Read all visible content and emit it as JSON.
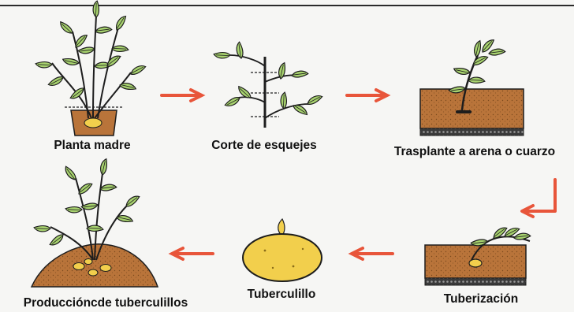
{
  "steps": [
    {
      "id": "planta-madre",
      "label": "Planta madre",
      "icon": "potted-potato-plant"
    },
    {
      "id": "corte-esquejes",
      "label": "Corte de esquejes",
      "icon": "stem-cuttings"
    },
    {
      "id": "trasplante",
      "label": "Trasplante a arena o cuarzo",
      "icon": "cutting-in-sand-tray"
    },
    {
      "id": "tuberizacion",
      "label": "Tuberización",
      "icon": "tuber-forming-in-sand-tray"
    },
    {
      "id": "tuberculillo",
      "label": "Tuberculillo",
      "icon": "minituber"
    },
    {
      "id": "produccion",
      "label": "Produccióncde tuberculillos",
      "icon": "plant-in-soil-mound-with-tubers"
    }
  ],
  "colors": {
    "arrow": "#e8553a",
    "soil": "#b9743a",
    "tuber": "#f2cf4c",
    "leaf": "#a8d36f",
    "line": "#1d1d1d"
  }
}
